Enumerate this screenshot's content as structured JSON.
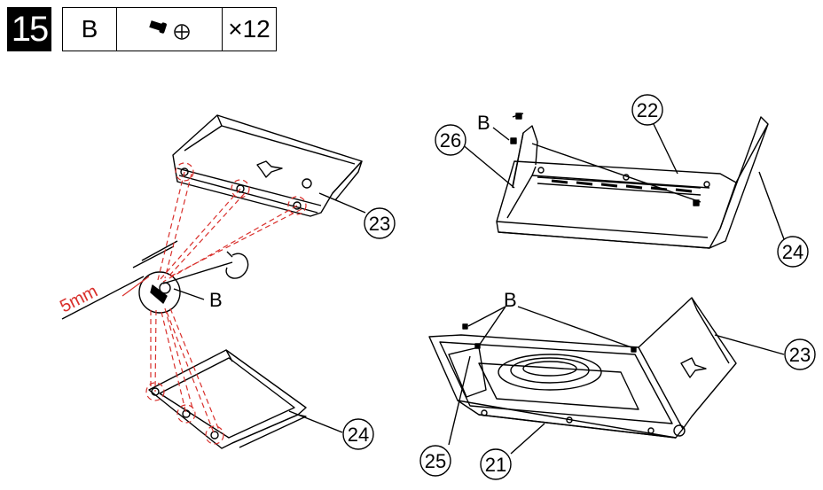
{
  "step": {
    "number": "15",
    "part_letter": "B",
    "part_icon": "screw-icon",
    "quantity": "×12"
  },
  "callouts": {
    "c23_top": "23",
    "c24_left": "24",
    "c22": "22",
    "c26": "26",
    "c24_right": "24",
    "c23_right": "23",
    "c25": "25",
    "c21": "21"
  },
  "labels": {
    "dimension": "5mm",
    "screw_b_left": "B",
    "screw_b_top_right": "B",
    "screw_b_bottom_right": "B"
  },
  "colors": {
    "line": "#000000",
    "guide": "#d9302c"
  }
}
